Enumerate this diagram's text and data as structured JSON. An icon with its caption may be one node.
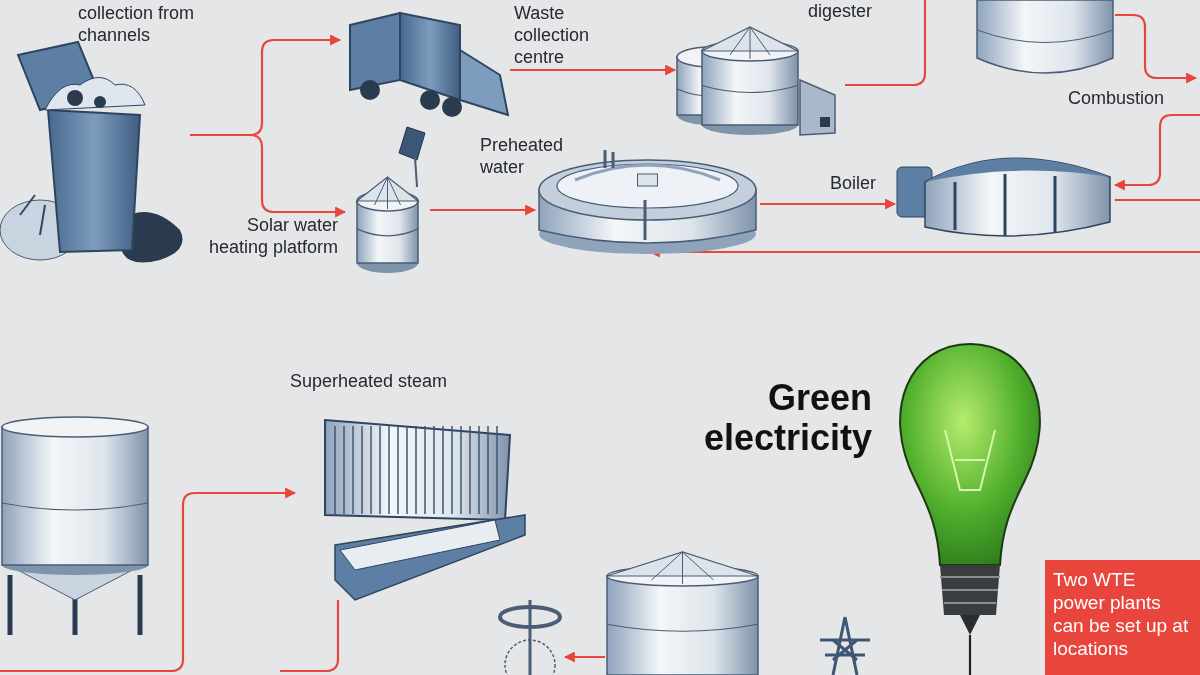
{
  "diagram": {
    "nodes": [
      {
        "text": [],
        "shape": "picture",
        "beside": [
          "collection from channels"
        ]
      },
      {
        "text": [],
        "shape": "picture",
        "beside": [
          "Waste collection centre"
        ]
      },
      {
        "text": [],
        "shape": "picture",
        "beside": [
          "Solar water heating platform"
        ]
      },
      {
        "text": [],
        "shape": "picture",
        "beside": [
          "Preheated water"
        ]
      },
      {
        "text": [],
        "shape": "picture",
        "beside": [
          "digester"
        ]
      },
      {
        "text": [],
        "shape": "picture"
      },
      {
        "text": [],
        "shape": "picture",
        "beside": [
          "Boiler"
        ]
      },
      {
        "text": [],
        "shape": "picture"
      },
      {
        "text": [],
        "shape": "picture",
        "beside": [
          "Superheated steam"
        ]
      },
      {
        "text": [],
        "shape": "picture"
      },
      {
        "text": [],
        "shape": "picture"
      },
      {
        "text": [],
        "shape": "picture"
      },
      {
        "text": [],
        "shape": "picture",
        "beside": [
          "Green electricity"
        ]
      },
      {
        "text": [
          "Two WTE power plants can be set up at locations"
        ]
      }
    ],
    "edges": [
      {
        "from": 0,
        "to": 1,
        "arrow": "to"
      },
      {
        "from": 0,
        "to": 2,
        "arrow": "to"
      },
      {
        "from": 1,
        "to": 4,
        "arrow": "to"
      },
      {
        "from": 2,
        "to": 3,
        "arrow": "to"
      },
      {
        "from": 4,
        "to": null,
        "arrow": "none"
      },
      {
        "from": 5,
        "to": null,
        "arrow": "to"
      },
      {
        "from": null,
        "to": 6,
        "arrow": "to"
      },
      {
        "from": 3,
        "to": 6,
        "arrow": "to"
      },
      {
        "from": 6,
        "to": null,
        "arrow": "none"
      },
      {
        "from": null,
        "to": 3,
        "arrow": "to"
      },
      {
        "from": null,
        "to": 8,
        "arrow": "to"
      },
      {
        "from": 8,
        "to": null,
        "arrow": "none"
      },
      {
        "from": 10,
        "to": 9,
        "arrow": "to"
      },
      {
        "from": 12,
        "to": null,
        "arrow": "none",
        "color": "#222222"
      }
    ],
    "labels": [
      "Combustion"
    ]
  }
}
